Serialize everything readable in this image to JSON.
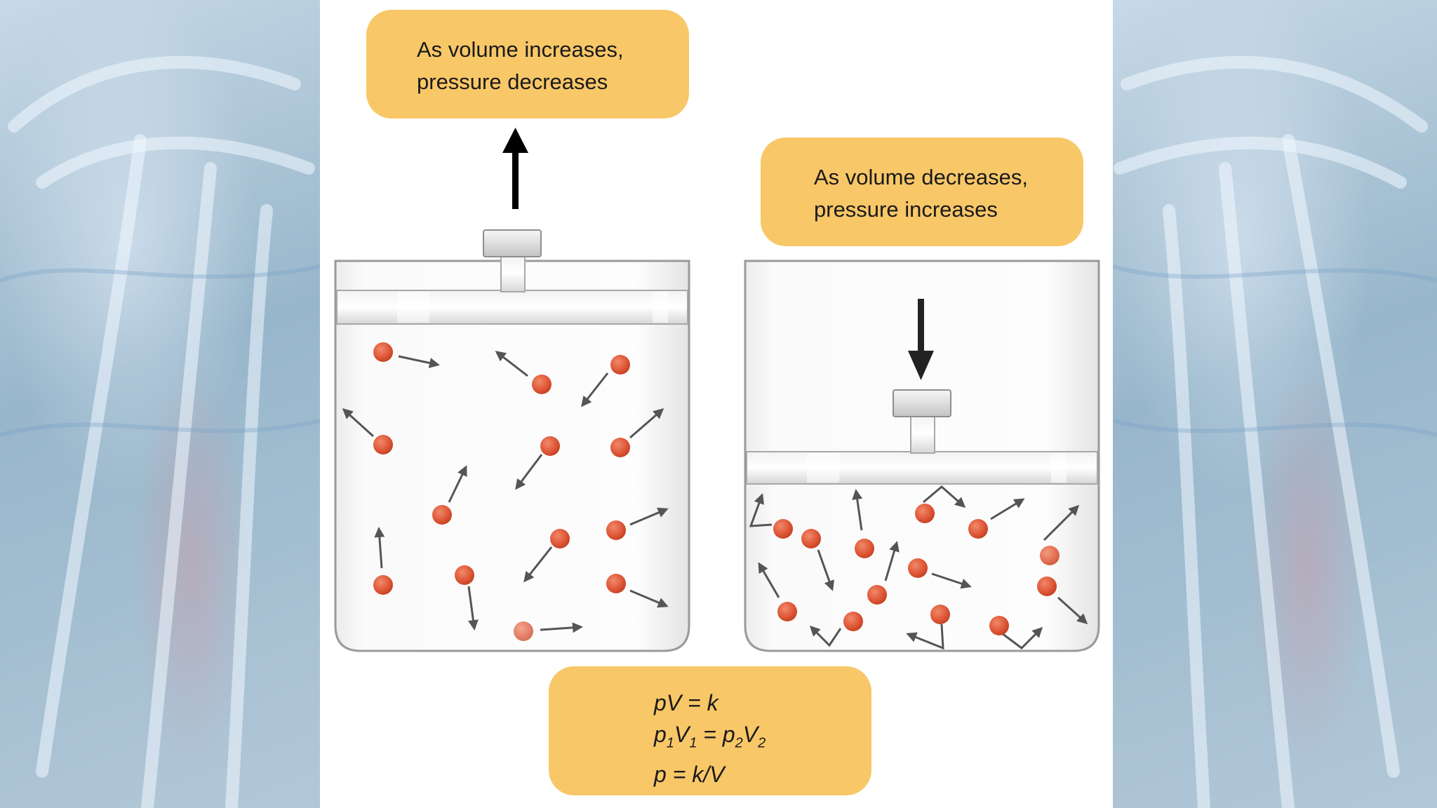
{
  "callouts": {
    "volume_increases": {
      "line1": "As volume increases,",
      "line2": "pressure decreases"
    },
    "volume_decreases": {
      "line1": "As volume decreases,",
      "line2": "pressure increases"
    }
  },
  "formulas": {
    "f1": "pV = k",
    "f2_p1": "p",
    "f2_sub1": "1",
    "f2_v1": "V",
    "f2_sub2": "1",
    "f2_eq": " = p",
    "f2_sub3": "2",
    "f2_v2": "V",
    "f2_sub4": "2",
    "f3": "p = k/V"
  },
  "colors": {
    "callout": "#f8c768",
    "molecule": "#e0593a",
    "arrow": "#000000",
    "container_stroke": "#9a9a9a"
  },
  "icons": {
    "up_arrow": "up-arrow-icon",
    "down_arrow": "down-arrow-icon",
    "molecule": "gas-molecule"
  }
}
